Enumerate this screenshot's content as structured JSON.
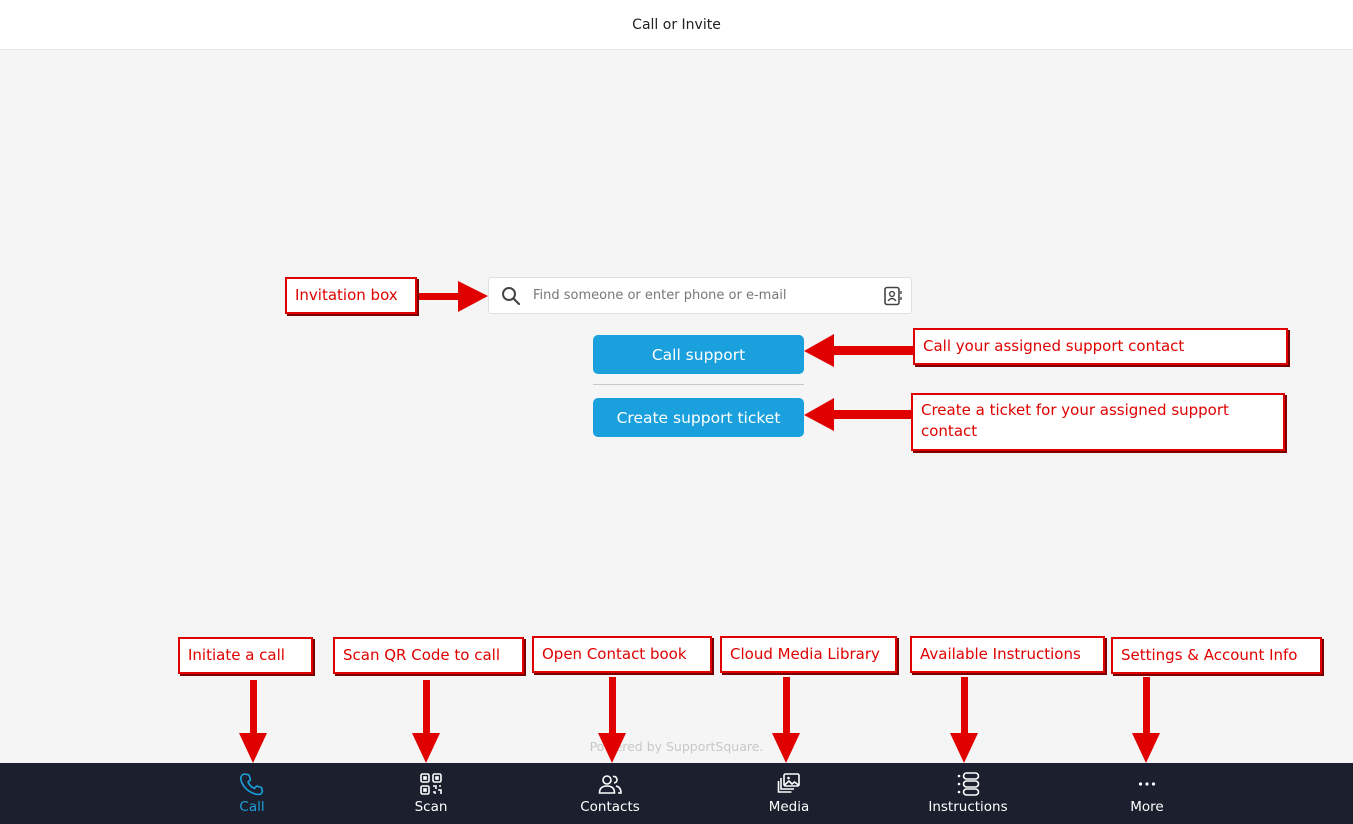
{
  "header": {
    "title": "Call or Invite"
  },
  "search": {
    "placeholder": "Find someone or enter phone or e-mail",
    "icon": "search-icon",
    "contacts_icon": "contact-book-icon"
  },
  "actions": {
    "call_support": "Call support",
    "create_ticket": "Create support ticket",
    "button_color": "#1aa0dc"
  },
  "footer": {
    "powered_by": "Powered by SupportSquare."
  },
  "nav": {
    "items": [
      {
        "label": "Call",
        "icon": "phone-icon",
        "active": true
      },
      {
        "label": "Scan",
        "icon": "qr-code-icon",
        "active": false
      },
      {
        "label": "Contacts",
        "icon": "contacts-icon",
        "active": false
      },
      {
        "label": "Media",
        "icon": "media-icon",
        "active": false
      },
      {
        "label": "Instructions",
        "icon": "instructions-icon",
        "active": false
      },
      {
        "label": "More",
        "icon": "more-icon",
        "active": false
      }
    ],
    "background": "#1b1f2e",
    "active_color": "#1aa0dc"
  },
  "annotations": {
    "invitation_box": "Invitation box",
    "call_support": "Call your assigned support contact",
    "create_ticket": "Create a ticket for your assigned support contact",
    "initiate_call": "Initiate a call",
    "scan_qr": "Scan QR Code to call",
    "contact_book": "Open Contact book",
    "media_library": "Cloud Media Library",
    "instructions": "Available Instructions",
    "settings": "Settings & Account Info",
    "color": "#e00000"
  }
}
